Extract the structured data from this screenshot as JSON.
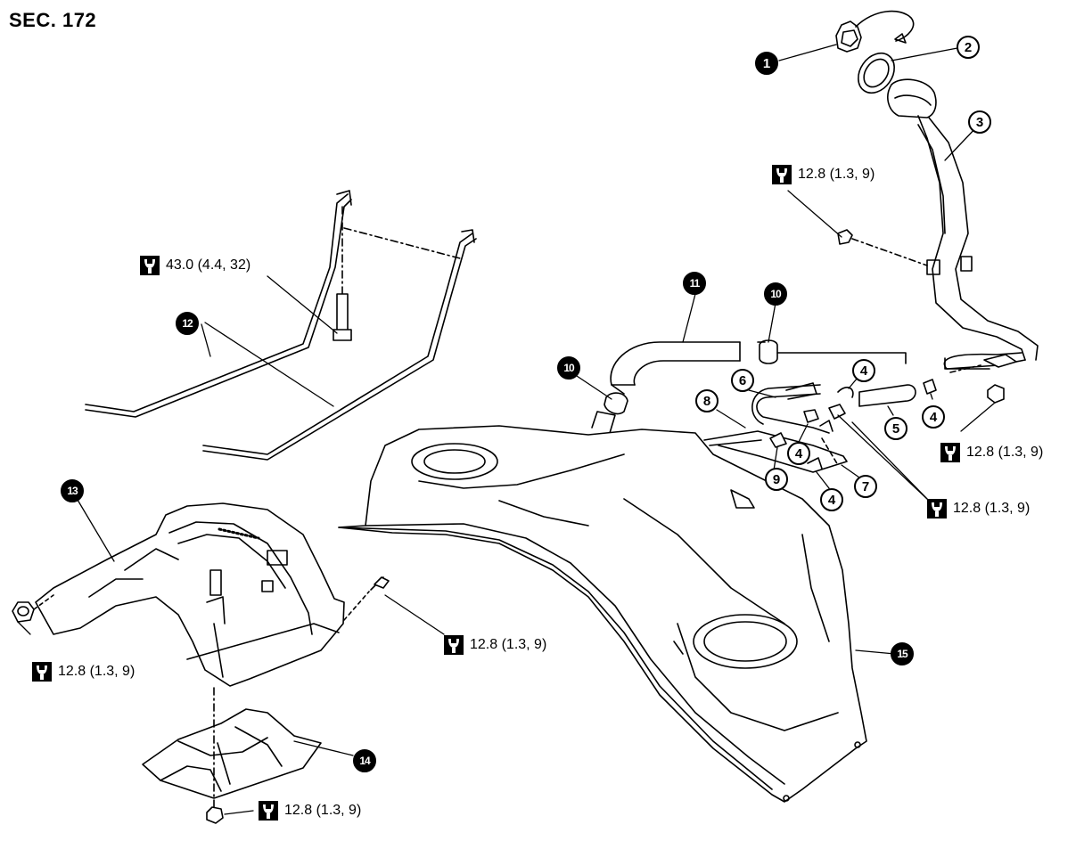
{
  "section": "SEC. 172",
  "torque_specs": [
    "12.8 (1.3, 9)",
    "43.0 (4.4, 32)",
    "12.8 (1.3, 9)",
    "12.8 (1.3, 9)",
    "12.8 (1.3, 9)",
    "12.8 (1.3, 9)",
    "12.8 (1.3, 9)"
  ],
  "callouts": {
    "c1": "1",
    "c2": "2",
    "c3": "3",
    "c4a": "4",
    "c4b": "4",
    "c4c": "4",
    "c4d": "4",
    "c5": "5",
    "c6": "6",
    "c7": "7",
    "c8": "8",
    "c9": "9",
    "c10a": "10",
    "c10b": "10",
    "c11": "11",
    "c12": "12",
    "c13": "13",
    "c14": "14",
    "c15": "15"
  }
}
